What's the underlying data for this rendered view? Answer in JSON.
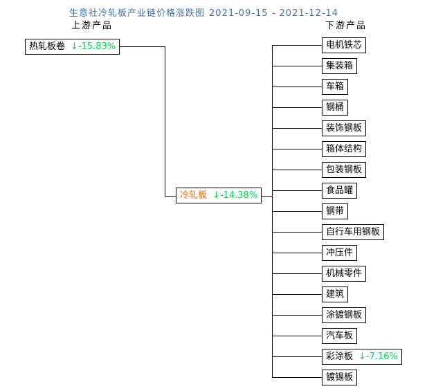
{
  "title": {
    "text": "生意社冷轧板产业链价格涨跌图",
    "date_range": "2021-09-15 - 2021-12-14"
  },
  "column_labels": {
    "upstream": "上游产品",
    "downstream": "下游产品"
  },
  "nodes": {
    "upstream": {
      "label": "热轧板卷",
      "change": "↓-15.83%"
    },
    "center": {
      "label": "冷轧板",
      "change": "↓-14.38%"
    },
    "downstream": [
      {
        "label": "电机铁芯",
        "change": ""
      },
      {
        "label": "集装箱",
        "change": ""
      },
      {
        "label": "车箱",
        "change": ""
      },
      {
        "label": "钢桶",
        "change": ""
      },
      {
        "label": "装饰钢板",
        "change": ""
      },
      {
        "label": "箱体结构",
        "change": ""
      },
      {
        "label": "包装钢板",
        "change": ""
      },
      {
        "label": "食品罐",
        "change": ""
      },
      {
        "label": "钢带",
        "change": ""
      },
      {
        "label": "自行车用钢板",
        "change": ""
      },
      {
        "label": "冲压件",
        "change": ""
      },
      {
        "label": "机械零件",
        "change": ""
      },
      {
        "label": "建筑",
        "change": ""
      },
      {
        "label": "涂镀钢板",
        "change": ""
      },
      {
        "label": "汽车板",
        "change": ""
      },
      {
        "label": "彩涂板",
        "change": "↓-7.16%"
      },
      {
        "label": "镀锡板",
        "change": ""
      }
    ]
  },
  "colors": {
    "title": "#3e74a8",
    "decline_green": "#00d94d",
    "center_orange": "#ff6600",
    "line": "#000000",
    "background": "#ffffff"
  }
}
